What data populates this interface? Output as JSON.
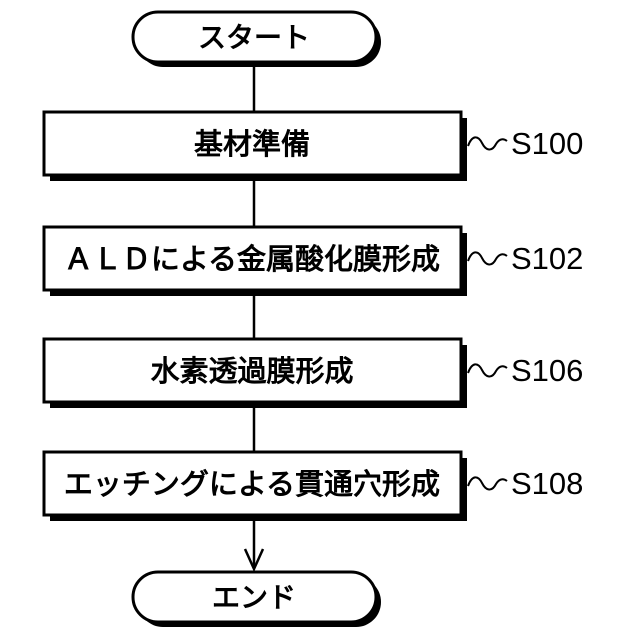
{
  "figure": {
    "type": "flowchart",
    "start_label": "スタート",
    "end_label": "エンド",
    "steps": [
      {
        "label": "基材準備",
        "ref": "S100"
      },
      {
        "label": "ＡＬＤによる金属酸化膜形成",
        "ref": "S102"
      },
      {
        "label": "水素透過膜形成",
        "ref": "S106"
      },
      {
        "label": "エッチングによる貫通穴形成",
        "ref": "S108"
      }
    ],
    "colors": {
      "stroke": "#000000",
      "fill": "#ffffff",
      "background": "#ffffff"
    }
  }
}
